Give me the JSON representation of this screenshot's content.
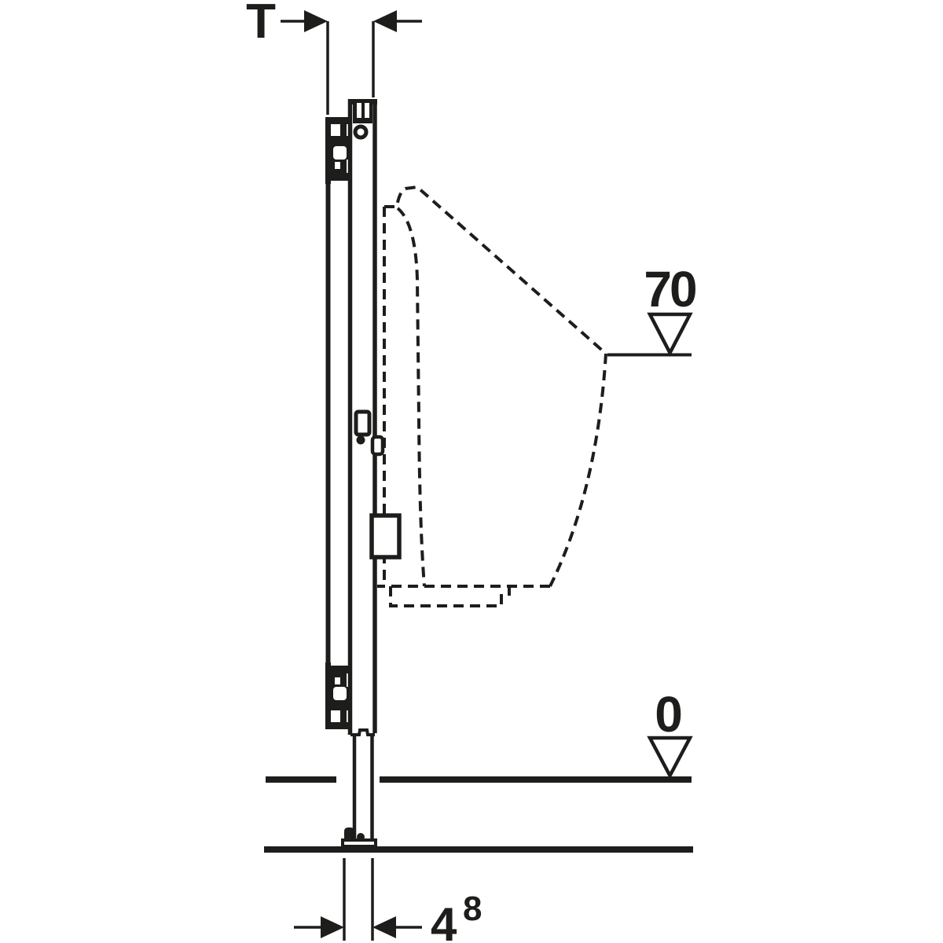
{
  "diagram": {
    "type": "technical installation drawing, side view",
    "subject": "urinal mounting frame with dashed urinal outline",
    "background": "#ffffff",
    "ink_color": "#1d1d1b",
    "dimension_top": {
      "label": "T"
    },
    "dimension_bottom": {
      "value": "4",
      "superscript": "8"
    },
    "level_markers": [
      {
        "label": "70",
        "icon": "open-triangle-down-icon"
      },
      {
        "label": "0",
        "icon": "open-triangle-down-icon"
      }
    ],
    "icons": {
      "dimension_arrow": "solid-filled-arrowhead",
      "level_marker": "open-triangle-down"
    }
  }
}
